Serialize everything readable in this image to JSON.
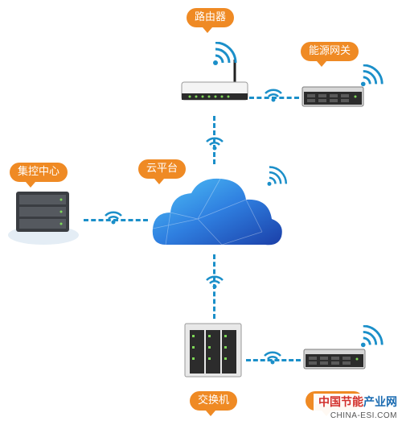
{
  "labels": {
    "router": "路由器",
    "energy_gateway": "能源网关",
    "control_center": "集控中心",
    "cloud_platform": "云平台",
    "switch": "交换机"
  },
  "watermark": {
    "line1_part1": "中国节能",
    "line1_part2": "产业网",
    "line2": "CHINA-ESI.COM"
  },
  "colors": {
    "accent": "#ef8a24",
    "link": "#1b8fc9",
    "cloud": "#2f7fe0"
  },
  "icons": [
    "wifi-icon",
    "router-icon",
    "server-icon",
    "cloud-icon",
    "rack-icon"
  ]
}
